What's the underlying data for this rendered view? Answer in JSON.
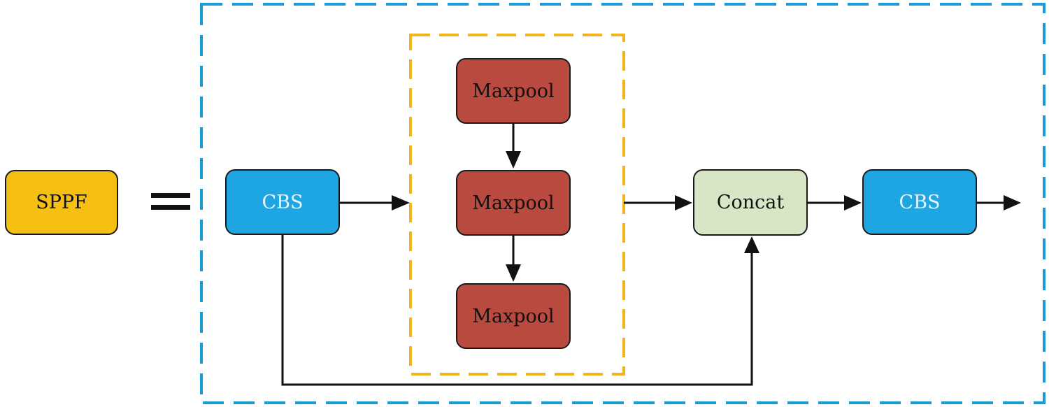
{
  "diagram": {
    "sppf_label": "SPPF",
    "cbs_in_label": "CBS",
    "maxpool_labels": [
      "Maxpool",
      "Maxpool",
      "Maxpool"
    ],
    "concat_label": "Concat",
    "cbs_out_label": "CBS"
  },
  "colors": {
    "sppf": "#f6bf14",
    "cbs": "#1ea6e2",
    "maxpool": "#b94a3f",
    "concat": "#d8e6c6",
    "outer_dashed_border": "#1a9ad6",
    "inner_dashed_border": "#f0b51c"
  }
}
